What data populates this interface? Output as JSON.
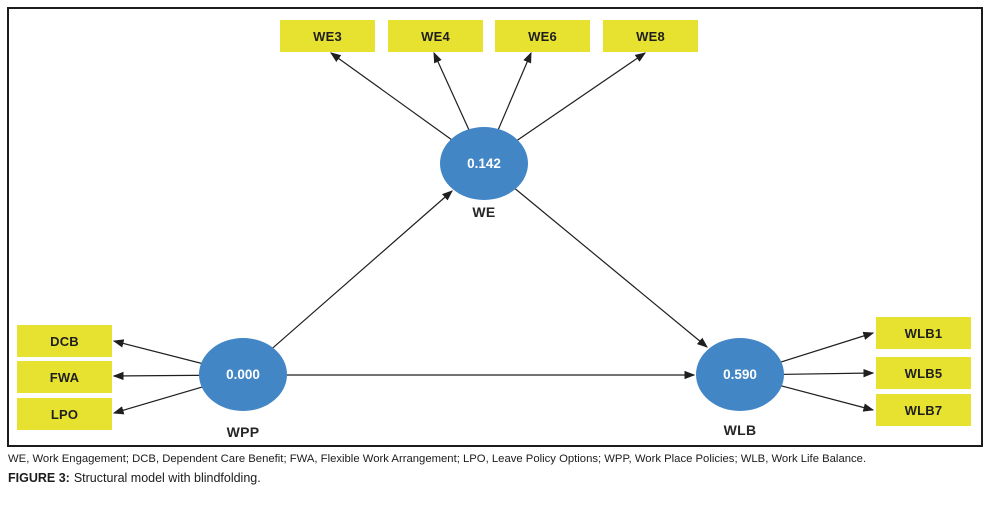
{
  "figure": {
    "abbreviations": "WE, Work Engagement; DCB, Dependent Care Benefit; FWA, Flexible Work Arrangement; LPO, Leave Policy Options; WPP, Work Place Policies; WLB, Work Life Balance.",
    "caption_label": "FIGURE 3:",
    "caption_text": "Structural model with blindfolding."
  },
  "diagram": {
    "latents": [
      {
        "id": "WE",
        "label": "WE",
        "value": "0.142"
      },
      {
        "id": "WPP",
        "label": "WPP",
        "value": "0.000"
      },
      {
        "id": "WLB",
        "label": "WLB",
        "value": "0.590"
      }
    ],
    "indicators": [
      {
        "id": "WE3",
        "label": "WE3"
      },
      {
        "id": "WE4",
        "label": "WE4"
      },
      {
        "id": "WE6",
        "label": "WE6"
      },
      {
        "id": "WE8",
        "label": "WE8"
      },
      {
        "id": "DCB",
        "label": "DCB"
      },
      {
        "id": "FWA",
        "label": "FWA"
      },
      {
        "id": "LPO",
        "label": "LPO"
      },
      {
        "id": "WLB1",
        "label": "WLB1"
      },
      {
        "id": "WLB5",
        "label": "WLB5"
      },
      {
        "id": "WLB7",
        "label": "WLB7"
      }
    ],
    "paths": [
      "WE->WE3",
      "WE->WE4",
      "WE->WE6",
      "WE->WE8",
      "WPP->DCB",
      "WPP->FWA",
      "WPP->LPO",
      "WPP->WE",
      "WPP->WLB",
      "WE->WLB",
      "WLB->WLB1",
      "WLB->WLB5",
      "WLB->WLB7"
    ],
    "colors": {
      "indicator_fill": "#e7e22f",
      "latent_fill": "#4286c6",
      "arrow": "#1f1f1f",
      "frame_border": "#1c1c1c"
    }
  }
}
